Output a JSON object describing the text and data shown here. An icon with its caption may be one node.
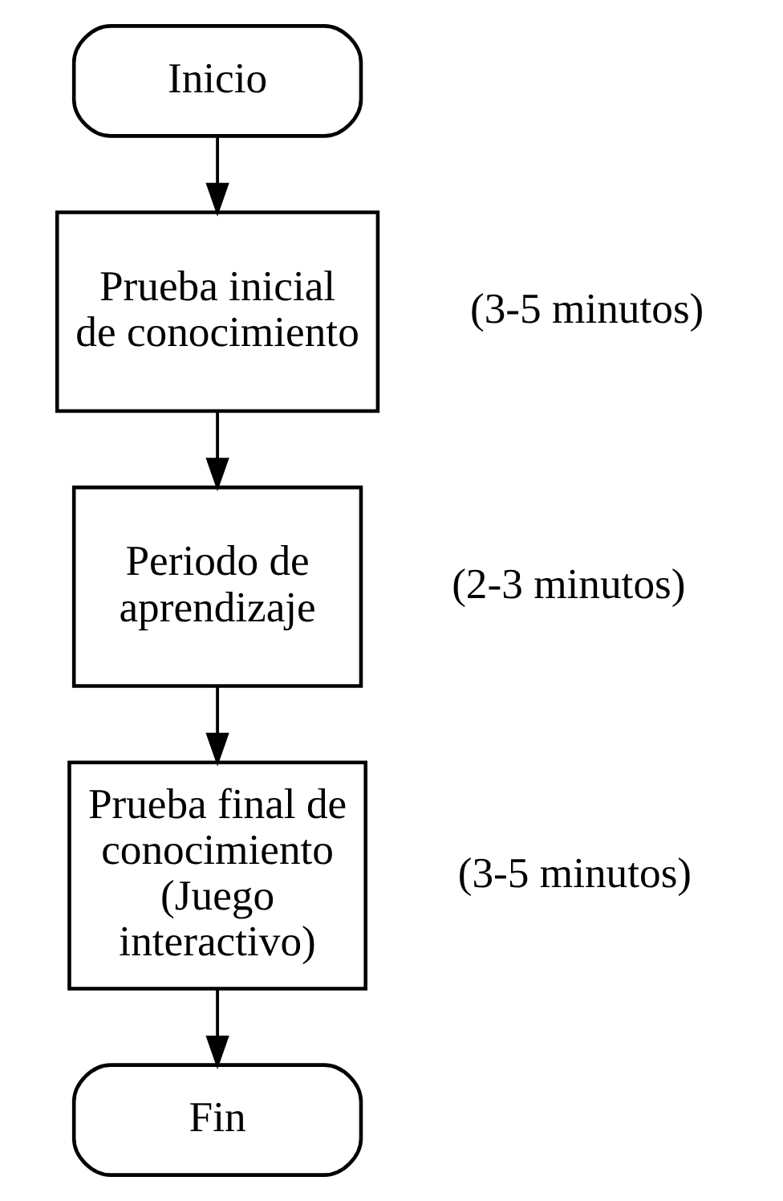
{
  "diagram": {
    "nodes": [
      {
        "text": [
          "Inicio"
        ]
      },
      {
        "text": [
          "Prueba inicial de conocimiento"
        ],
        "beside": [
          "(3-5 minutos)"
        ]
      },
      {
        "text": [
          "Periodo de aprendizaje"
        ],
        "beside": [
          "(2-3 minutos)"
        ]
      },
      {
        "text": [
          "Prueba final de conocimiento (Juego interactivo)"
        ],
        "beside": [
          "(3-5 minutos)"
        ]
      },
      {
        "text": [
          "Fin"
        ]
      }
    ],
    "edges": [
      {
        "from": 0,
        "to": 1,
        "arrow": "to"
      },
      {
        "from": 1,
        "to": 2,
        "arrow": "to"
      },
      {
        "from": 2,
        "to": 3,
        "arrow": "to"
      },
      {
        "from": 3,
        "to": 4,
        "arrow": "to"
      }
    ]
  }
}
